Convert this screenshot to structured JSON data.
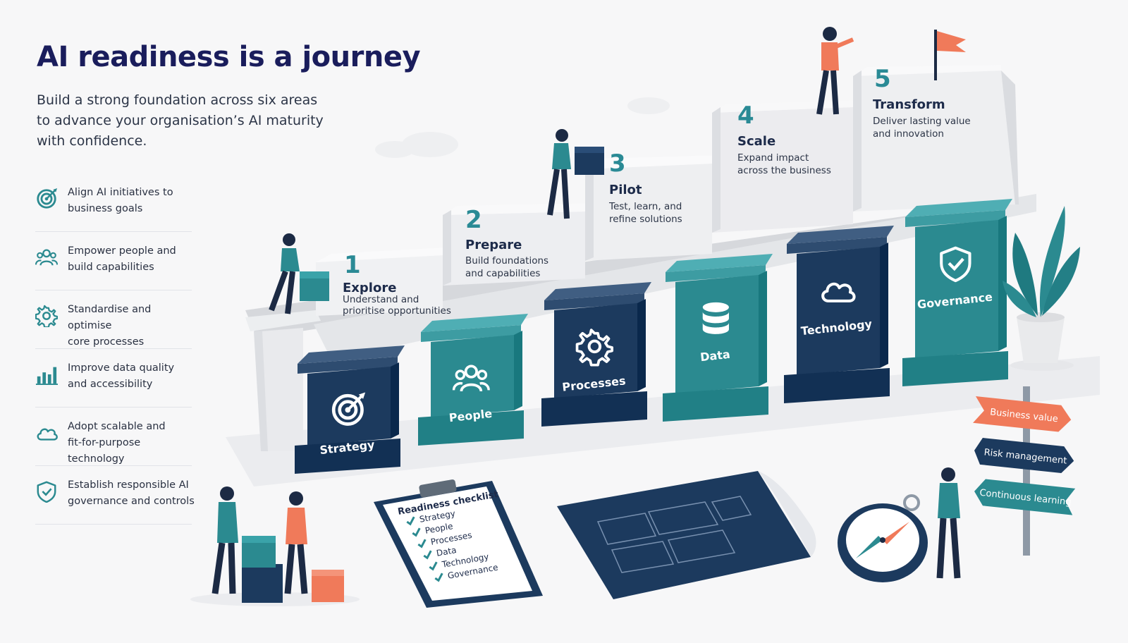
{
  "header": {
    "title": "AI readiness is a journey",
    "subtitle": "Build a strong foundation across six areas to advance your organisation’s AI maturity with confidence."
  },
  "benefits": [
    {
      "icon": "target-icon",
      "line1": "Align AI initiatives to",
      "line2": "business goals"
    },
    {
      "icon": "people-icon",
      "line1": "Empower people and",
      "line2": "build capabilities"
    },
    {
      "icon": "gear-icon",
      "line1": "Standardise and optimise",
      "line2": "core processes"
    },
    {
      "icon": "bar-chart-icon",
      "line1": "Improve data quality",
      "line2": "and accessibility"
    },
    {
      "icon": "cloud-icon",
      "line1": "Adopt scalable and",
      "line2": "fit-for-purpose technology"
    },
    {
      "icon": "shield-check-icon",
      "line1": "Establish responsible AI",
      "line2": "governance and controls"
    }
  ],
  "steps": [
    {
      "number": "1",
      "name": "Explore",
      "line1": "Understand and",
      "line2": "prioritise opportunities"
    },
    {
      "number": "2",
      "name": "Prepare",
      "line1": "Build foundations",
      "line2": "and capabilities"
    },
    {
      "number": "3",
      "name": "Pilot",
      "line1": "Test, learn, and",
      "line2": "refine solutions"
    },
    {
      "number": "4",
      "name": "Scale",
      "line1": "Expand impact",
      "line2": "across the business"
    },
    {
      "number": "5",
      "name": "Transform",
      "line1": "Deliver lasting value",
      "line2": "and innovation"
    }
  ],
  "pillars": [
    {
      "label": "Strategy",
      "icon": "target-icon",
      "color": "#1c3a5e"
    },
    {
      "label": "People",
      "icon": "people-icon",
      "color": "#2b8a90"
    },
    {
      "label": "Processes",
      "icon": "gear-icon",
      "color": "#1c3a5e"
    },
    {
      "label": "Data",
      "icon": "database-icon",
      "color": "#2b8a90"
    },
    {
      "label": "Technology",
      "icon": "cloud-icon",
      "color": "#1c3a5e"
    },
    {
      "label": "Governance",
      "icon": "shield-check-icon",
      "color": "#2b8a90"
    }
  ],
  "checklist": {
    "title": "Readiness checklist",
    "items": [
      "Strategy",
      "People",
      "Processes",
      "Data",
      "Technology",
      "Governance"
    ]
  },
  "signpost": [
    {
      "label": "Business value",
      "color": "#f07a5a"
    },
    {
      "label": "Risk management",
      "color": "#1c3a5e"
    },
    {
      "label": "Continuous learning",
      "color": "#2b8a90"
    }
  ],
  "colors": {
    "navy": "#1c3a5e",
    "teal": "#2b8a90",
    "coral": "#f07a5a",
    "title": "#1a1d5c"
  }
}
